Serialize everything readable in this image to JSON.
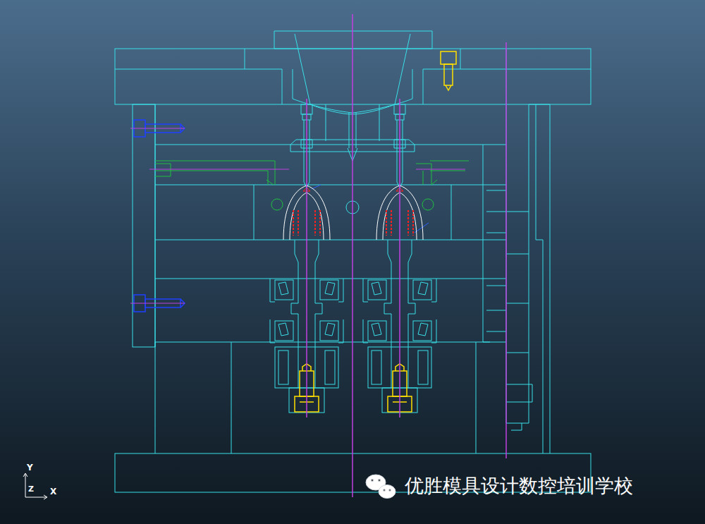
{
  "diagram": {
    "labels": [
      "Y",
      "Z",
      "X",
      "优胜模具设计数控培训学校"
    ]
  }
}
